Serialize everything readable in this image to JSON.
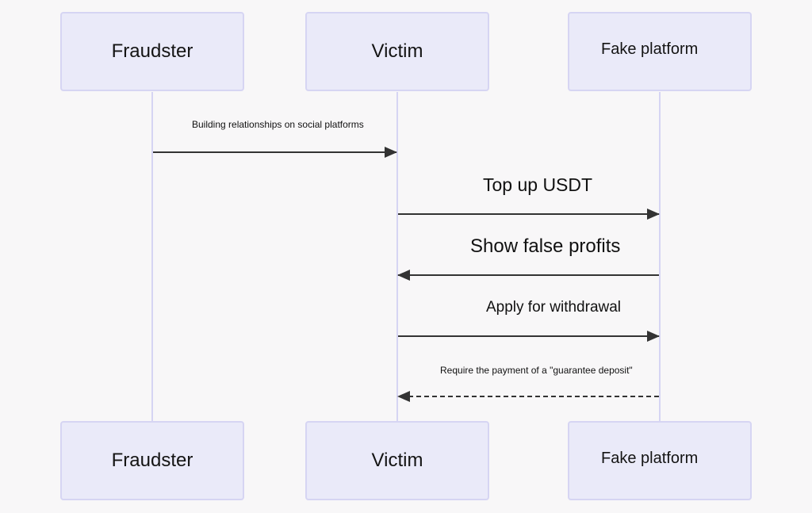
{
  "participants": [
    {
      "id": "fraudster",
      "label": "Fraudster"
    },
    {
      "id": "victim",
      "label": "Victim"
    },
    {
      "id": "platform",
      "label": "Fake platform"
    }
  ],
  "messages": [
    {
      "from": "fraudster",
      "to": "victim",
      "label": "Building relationships on social platforms",
      "style": "solid"
    },
    {
      "from": "victim",
      "to": "platform",
      "label": "Top up USDT",
      "style": "solid"
    },
    {
      "from": "platform",
      "to": "victim",
      "label": "Show false profits",
      "style": "solid"
    },
    {
      "from": "victim",
      "to": "platform",
      "label": "Apply for withdrawal",
      "style": "solid"
    },
    {
      "from": "platform",
      "to": "victim",
      "label": "Require the payment of a \"guarantee deposit\"",
      "style": "dashed"
    }
  ],
  "colors": {
    "background": "#f8f7f8",
    "actor_fill": "#eaeaf9",
    "actor_border": "#d6d5f3",
    "lifeline": "#d6d5f3",
    "arrow": "#333333"
  }
}
